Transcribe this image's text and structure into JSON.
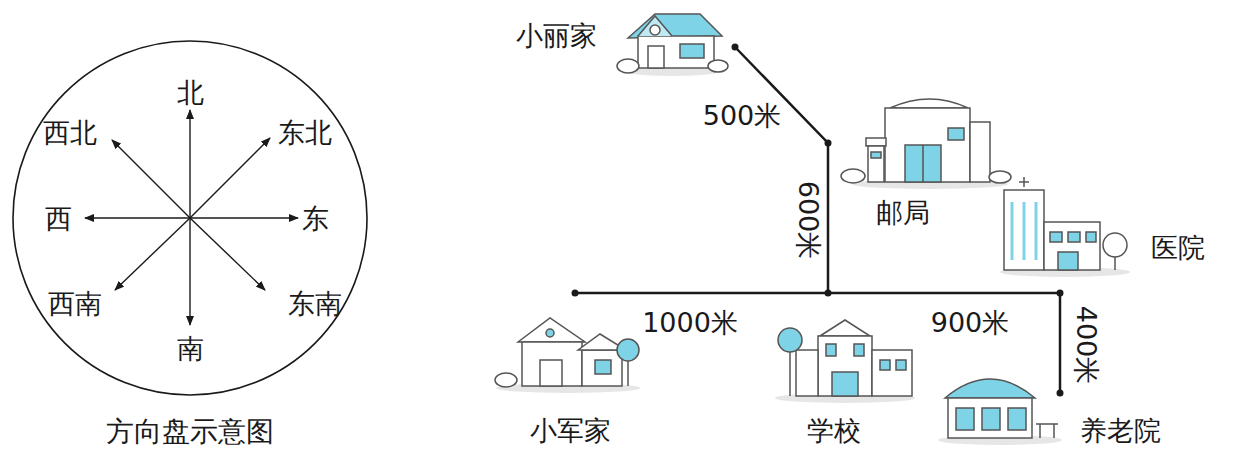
{
  "diagram": {
    "nodes": [
      {
        "text": [
          "北",
          "东北",
          "东",
          "东南",
          "南",
          "西南",
          "西",
          "西北",
          "方向盘示意图"
        ]
      }
    ],
    "labels": [
      "小丽家",
      "500米",
      "600米",
      "邮局",
      "医院",
      "1000米",
      "900米",
      "400米",
      "小军家",
      "学校",
      "养老院"
    ]
  }
}
